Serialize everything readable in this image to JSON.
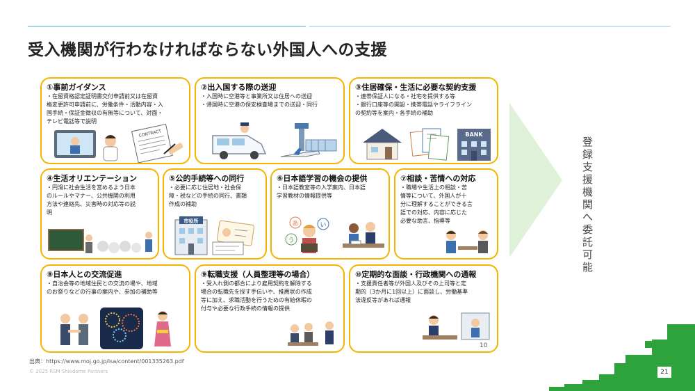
{
  "slide": {
    "title": "受入機関が行わなければならない外国人への支援",
    "side_label": "登録支援機関へ委託可能",
    "source": "出典：https://www.moj.go.jp/isa/content/001335263.pdf",
    "copyright": "© 2025 RSM Shiodome Partners",
    "slide_number": "21"
  },
  "panel": {
    "page_number": "10",
    "cards": [
      {
        "title": "①事前ガイダンス",
        "lines": [
          "・在留資格認定証明書交付申請前又は在留資",
          "格変更許可申請前に、労働条件・活動内容・入",
          "国手続・保証金徴収の有無等について、対面・",
          "テレビ電話等で説明"
        ],
        "sign_text": "CONTRACT"
      },
      {
        "title": "②出入国する際の送迎",
        "lines": [
          "・入国時に空港等と事業所又は住居への送迎",
          "・帰国時に空港の保安検査場までの送迎・同行"
        ]
      },
      {
        "title": "③住居確保・生活に必要な契約支援",
        "lines": [
          "・連帯保証人になる・社宅を提供する等",
          "・銀行口座等の開設・携帯電話やライフライン",
          "の契約等を案内・各手続の補助"
        ],
        "sign_text": "BANK"
      },
      {
        "title": "④生活オリエンテーション",
        "lines": [
          "・円滑に社会生活を営めるよう日本",
          "のルールやマナー、公共機関の利用",
          "方法や連絡先、災害時の対応等の説",
          "明"
        ]
      },
      {
        "title": "⑤公的手続等への同行",
        "lines": [
          "・必要に応じ住居地・社会保",
          "障・税などの手続の同行、書類",
          "作成の補助"
        ],
        "sign_text": "市役所"
      },
      {
        "title": "⑥日本語学習の機会の提供",
        "lines": [
          "・日本語教室等の入学案内、日本語",
          "学習教材の情報提供等"
        ],
        "bubbles": [
          "あ",
          "い",
          "う"
        ]
      },
      {
        "title": "⑦相談・苦情への対応",
        "lines": [
          "・職場や生活上の相談・苦",
          "情等について、外国人が十",
          "分に理解することができる言",
          "語での対応、内容に応じた",
          "必要な助言、指導等"
        ]
      },
      {
        "title": "⑧日本人との交流促進",
        "lines": [
          "・自治会等の地域住民との交流の場や、地域",
          "のお祭りなどの行事の案内や、参加の補助等"
        ]
      },
      {
        "title": "⑨転職支援（人員整理等の場合）",
        "lines": [
          "・受入れ側の都合により雇用契約を解除する",
          "場合の転職先を探す手伝いや、推薦状の作成",
          "等に加え、求職活動を行うための有給休暇の",
          "付与や必要な行政手続の情報の提供"
        ]
      },
      {
        "title": "⑩定期的な面談・行政機関への通報",
        "lines": [
          "・支援責任者等が外国人及びその上司等と定",
          "期的（3か月に1回以上）に面談し、労働基準",
          "法違反等があれば通報"
        ]
      }
    ]
  },
  "colors": {
    "card_border": "#f4b400",
    "arrow_fill": "#dff1d8",
    "accent_green": "#2ea33b",
    "accent_blue_line": "#a8d4e6",
    "title_color": "#222222"
  }
}
